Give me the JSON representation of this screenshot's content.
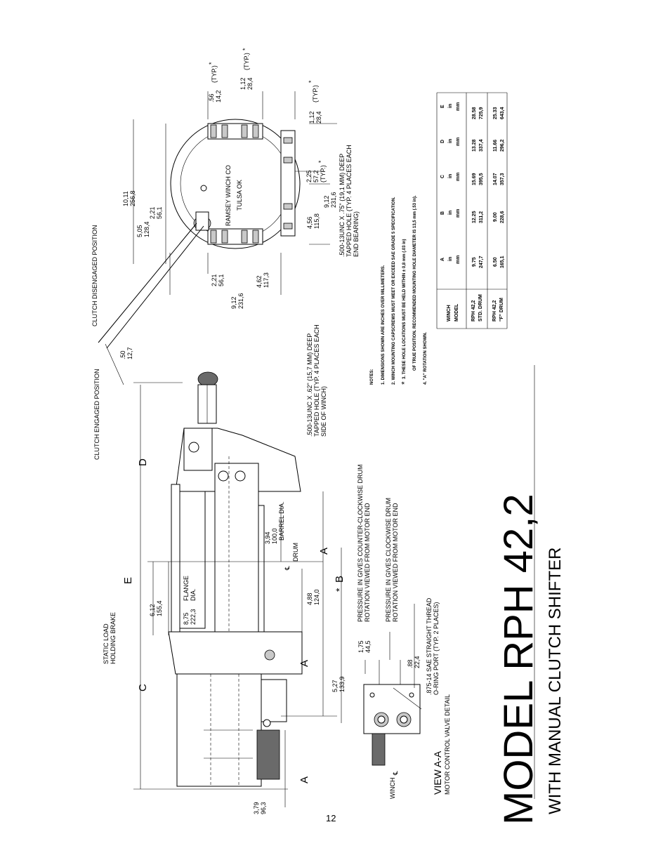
{
  "title": {
    "model": "MODEL RPH 42,2",
    "subtitle": "WITH MANUAL CLUTCH SHIFTER"
  },
  "page_number": "12",
  "top_view": {
    "labels": {
      "clutch_disengaged": "CLUTCH DISENGAGED POSITION",
      "clutch_engaged": "CLUTCH ENGAGED POSITION",
      "maker": "RAMSEY WINCH CO",
      "city": "TULSA OK",
      "tapped_deep": ".500-13UNC X .75\" (19,1 MM) DEEP",
      "tapped_each": "TAPPED HOLE (TYP. 4 PLACES EACH",
      "tapped_end": "END BEARING)"
    },
    "dims": {
      "d_056": ".56",
      "d_142": "14,2",
      "typ1": "(TYP.)",
      "d_112a": "1,12",
      "d_284a": "28,4",
      "typ2": "(TYP.)",
      "d_112b": "1,12",
      "d_284b": "28,4",
      "typ3": "(TYP.)",
      "d_1011": "10,11",
      "d_2568": "256,8",
      "d_221a": "2,21",
      "d_561a": "56,1",
      "d_505": "5,05",
      "d_1284": "128,4",
      "d_225": "2,25",
      "d_572": "57,2",
      "typ4": "(TYP.)",
      "d_912a": "9,12",
      "d_2316a": "231,6",
      "d_456": "4,56",
      "d_1158": "115,8",
      "d_221b": "2,21",
      "d_561b": "56,1",
      "d_462": "4,62",
      "d_1173": "117,3",
      "d_912b": "9,12",
      "d_2316b": "231,6",
      "d_050": ".50",
      "d_127": "12,7",
      "star": "*"
    }
  },
  "side_view": {
    "labels": {
      "tapped2_a": ".500-13UNC X .62\" (15,7 MM) DEEP",
      "tapped2_b": "TAPPED HOLE (TYP. 4 PLACES EACH",
      "tapped2_c": "SIDE OF WINCH)",
      "letter_D": "D",
      "letter_E": "E",
      "letter_C": "C",
      "letter_A1": "A",
      "letter_B": "B",
      "letter_A2": "A",
      "letter_A3": "A",
      "barrel_dia": "BARREL DIA.",
      "drum": "DRUM",
      "flange": "FLANGE",
      "dia": "DIA.",
      "static1": "STATIC LOAD",
      "static2": "HOLDING BRAKE",
      "pressure_ccw_1": "PRESSURE IN GIVES COUNTER-CLOCKWISE DRUM",
      "pressure_ccw_2": "ROTATION VIEWED FROM MOTOR END",
      "pressure_cw_1": "PRESSURE IN GIVES CLOCKWISE DRUM",
      "pressure_cw_2": "ROTATION VIEWED FROM MOTOR END",
      "sae_1": ".875-14 SAE STRAIGHT THREAD",
      "sae_2": "O-RING PORT (TYP. 2 PLACES)",
      "view_aa": "VIEW  A-A",
      "mcv": "MOTOR CONTROL VALVE DETAIL",
      "winch_cl": "WINCH",
      "cl_sym": "℄"
    },
    "dims": {
      "d_394": "3,94",
      "d_1000": "100,0",
      "d_612": "6,12",
      "d_1554": "155,4",
      "d_875": "8,75",
      "d_2223": "222,3",
      "d_488": "4,88",
      "d_1240": "124,0",
      "d_527": "5,27",
      "d_1339": "133,9",
      "d_175": "1,75",
      "d_445": "44,5",
      "d_088": ".88",
      "d_224": "22,4",
      "d_379": "3,79",
      "d_963": "96,3"
    }
  },
  "notes": {
    "header": "NOTES:",
    "items": [
      "1. DIMENSIONS SHOWN ARE INCHES OVER MILLIMETERS.",
      "2. WINCH MOUNTING CAPSCREWS MUST MEET OR EXCEED SAE GRADE 5 SPECIFICATION.",
      "3. THESE HOLE LOCATIONS MUST BE HELD WITHIN ± 0,8 mm (.03 in)",
      "OF TRUE POSITION.  RECOMMENDED MOUNTING HOLE DIAMETER IS 13,5 mm (.53 in).",
      "4. \"A\" ROTATION SHOWN."
    ],
    "star": "*"
  },
  "table": {
    "header_model": [
      "WINCH",
      "MODEL"
    ],
    "columns": [
      {
        "letter": "A",
        "in": "in",
        "mm": "mm"
      },
      {
        "letter": "B",
        "in": "in",
        "mm": "mm"
      },
      {
        "letter": "C",
        "in": "in",
        "mm": "mm"
      },
      {
        "letter": "D",
        "in": "in",
        "mm": "mm"
      },
      {
        "letter": "E",
        "in": "in",
        "mm": "mm"
      }
    ],
    "rows": [
      {
        "model": [
          "RPH 42,2",
          "STD. DRUM"
        ],
        "values": [
          [
            "9.75",
            "247,7"
          ],
          [
            "12.25",
            "311,2"
          ],
          [
            "15.69",
            "395,5"
          ],
          [
            "13.28",
            "337,4"
          ],
          [
            "28.58",
            "725,9"
          ]
        ]
      },
      {
        "model": [
          "RPH 42,2",
          "\"F\" DRUM"
        ],
        "values": [
          [
            "6.50",
            "165,1"
          ],
          [
            "9.00",
            "228,6"
          ],
          [
            "14.07",
            "357,3"
          ],
          [
            "11.66",
            "296,2"
          ],
          [
            "25.33",
            "643,4"
          ]
        ]
      }
    ]
  }
}
